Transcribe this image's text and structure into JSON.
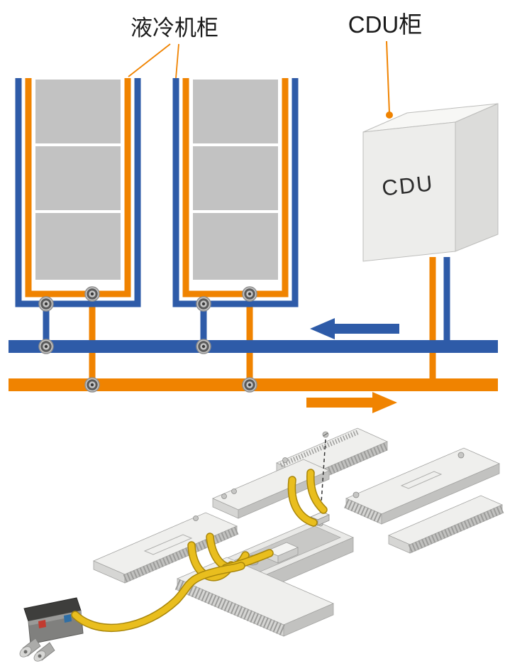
{
  "schematic": {
    "cabinet_label": "液冷机柜",
    "cdu_cabinet_label": "CDU柜",
    "cdu_unit_label": "CDU",
    "colors": {
      "supply_blue": "#2E5BA8",
      "return_orange": "#F08300"
    },
    "flow_arrows": {
      "blue_direction": "left",
      "orange_direction": "right"
    }
  }
}
